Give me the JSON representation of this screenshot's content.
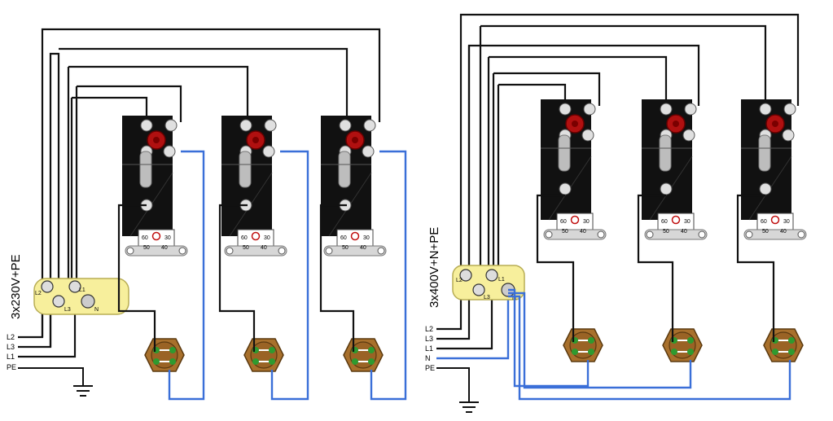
{
  "left": {
    "title": "3x230V+PE",
    "wire_labels": [
      "L2",
      "L3",
      "L1",
      "PE"
    ],
    "terminal_labels": [
      "L2",
      "L3",
      "L1",
      "N"
    ]
  },
  "right": {
    "title": "3x400V+N+PE",
    "wire_labels": [
      "L2",
      "L3",
      "L1",
      "N",
      "PE"
    ],
    "terminal_labels": [
      "L2",
      "L3",
      "L1",
      "N"
    ]
  },
  "thermostat_scale": [
    "60",
    "30",
    "50",
    "40"
  ],
  "colors": {
    "wire": "#111111",
    "neutral_wire": "#3a6fd8",
    "thermostat_body": "#111111",
    "knob": "#b01010",
    "terminal_block": "#f7ef9c",
    "heater_flange": "#a8702c",
    "element_pin": "#2f9a2f"
  }
}
